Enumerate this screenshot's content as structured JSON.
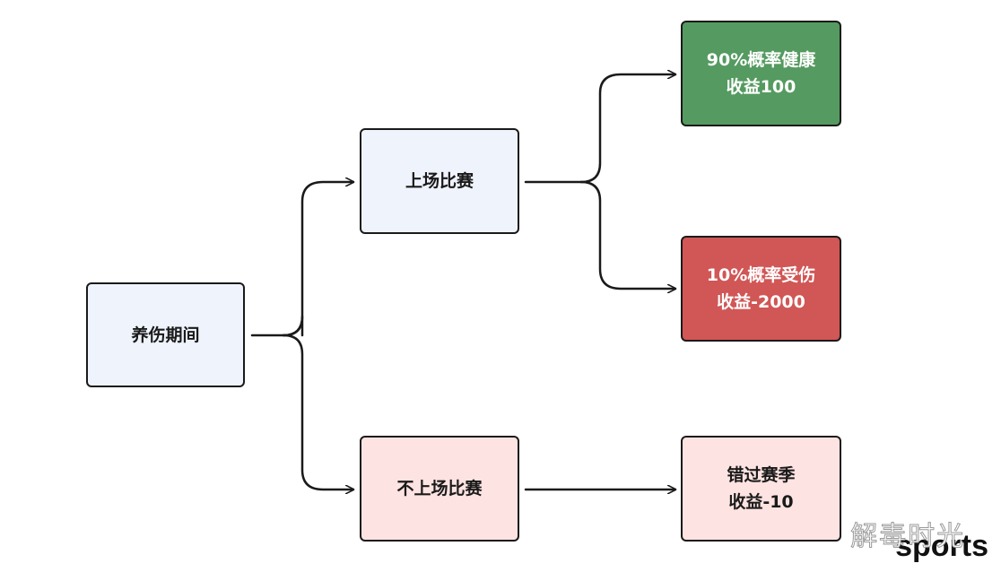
{
  "nodes": {
    "root": {
      "lines": [
        "养伤期间"
      ]
    },
    "play": {
      "lines": [
        "上场比赛"
      ]
    },
    "no_play": {
      "lines": [
        "不上场比赛"
      ]
    },
    "healthy": {
      "lines": [
        "90%概率健康",
        "收益100"
      ]
    },
    "injured": {
      "lines": [
        "10%概率受伤",
        "收益-2000"
      ]
    },
    "miss_season": {
      "lines": [
        "错过赛季",
        "收益-10"
      ]
    }
  },
  "colors": {
    "neutral_box": "#eff3fc",
    "negative_box": "#fde3e2",
    "healthy_box": "#559a60",
    "injured_box": "#d15656",
    "line": "#1a1a1a"
  },
  "watermark": {
    "cn": "解毒时光",
    "en": "sports"
  }
}
